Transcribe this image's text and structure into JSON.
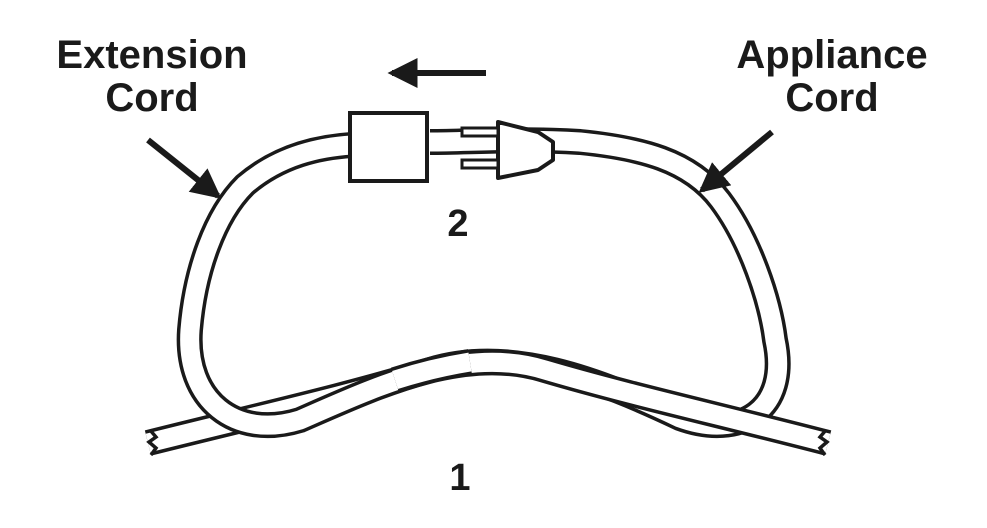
{
  "labels": {
    "extension_cord": [
      "Extension",
      "Cord"
    ],
    "appliance_cord": [
      "Appliance",
      "Cord"
    ],
    "step_2": "2",
    "step_1": "1"
  },
  "colors": {
    "ink": "#1a1a1a",
    "background": "#ffffff"
  },
  "icons": {
    "direction": "arrow-left-icon",
    "pointer_extension": "arrow-down-right-icon",
    "pointer_appliance": "arrow-down-left-icon"
  }
}
